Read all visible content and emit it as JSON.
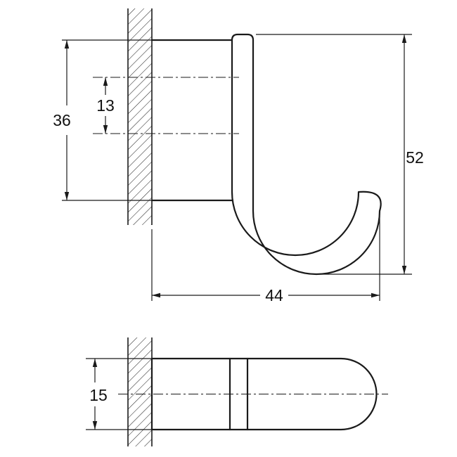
{
  "page": {
    "background": "#ffffff",
    "line_color": "#1a1a1a"
  },
  "drawing": {
    "side_view": {
      "dim_mount_height": "36",
      "dim_hole_spacing": "13",
      "dim_total_height": "52",
      "dim_projection": "44"
    },
    "bottom_view": {
      "dim_width": "15"
    }
  }
}
